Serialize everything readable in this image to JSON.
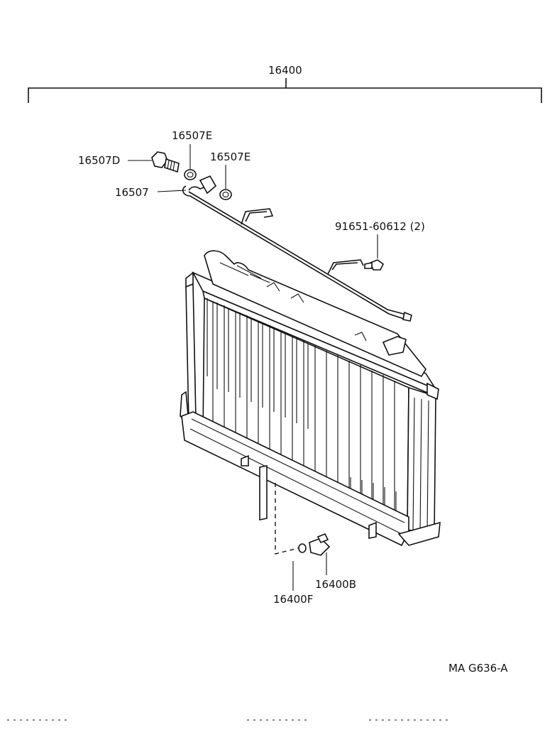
{
  "diagram": {
    "assembly_label": "16400",
    "drawing_code": "MA G636-A",
    "parts": [
      {
        "id": "drain-cock-plug",
        "label": "16507D"
      },
      {
        "id": "gasket-upper",
        "label": "16507E"
      },
      {
        "id": "gasket-lower",
        "label": "16507E"
      },
      {
        "id": "overflow-pipe",
        "label": "16507"
      },
      {
        "id": "bolt",
        "label": "91651-60612 (2)"
      },
      {
        "id": "drain-cock",
        "label": "16400B"
      },
      {
        "id": "drain-gasket",
        "label": "16400F"
      }
    ]
  }
}
